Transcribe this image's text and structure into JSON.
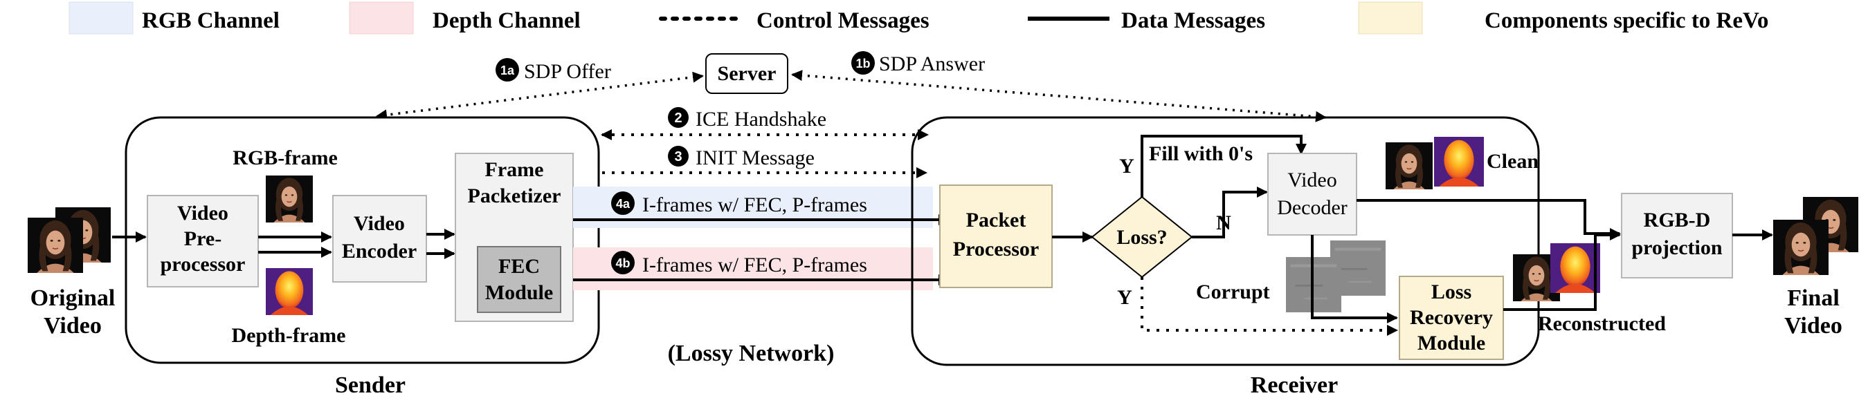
{
  "legend": {
    "rgb_channel": "RGB Channel",
    "depth_channel": "Depth Channel",
    "control_messages": "Control Messages",
    "data_messages": "Data Messages",
    "revo_components": "Components specific to ReVo"
  },
  "colors": {
    "rgb": "#e9f0fb",
    "depth": "#fbe3e6",
    "revo": "#fdf3d6",
    "module_gray": "#f2f2f2",
    "fec_gray": "#bdbdbd"
  },
  "server": {
    "label": "Server",
    "step_1a": "1a",
    "sdp_offer": "SDP Offer",
    "step_1b": "1b",
    "sdp_answer": "SDP Answer"
  },
  "network": {
    "step_2": "2",
    "ice": "ICE Handshake",
    "step_3": "3",
    "init": "INIT Message",
    "step_4a": "4a",
    "rgb_stream": "I-frames w/ FEC, P-frames",
    "step_4b": "4b",
    "depth_stream": "I-frames w/ FEC, P-frames",
    "lossy": "(Lossy Network)"
  },
  "sender": {
    "title": "Sender",
    "input_l1": "Original",
    "input_l2": "Video",
    "preproc_l1": "Video",
    "preproc_l2": "Pre-",
    "preproc_l3": "processor",
    "rgb_frame": "RGB-frame",
    "depth_frame": "Depth-frame",
    "encoder_l1": "Video",
    "encoder_l2": "Encoder",
    "packetizer_l1": "Frame",
    "packetizer_l2": "Packetizer",
    "fec_l1": "FEC",
    "fec_l2": "Module"
  },
  "receiver": {
    "title": "Receiver",
    "packet_l1": "Packet",
    "packet_l2": "Processor",
    "loss": "Loss?",
    "yes_top": "Y",
    "no": "N",
    "yes_bottom": "Y",
    "fill_zeros": "Fill with 0's",
    "decoder_l1": "Video",
    "decoder_l2": "Decoder",
    "clean": "Clean",
    "corrupt": "Corrupt",
    "recovery_l1": "Loss",
    "recovery_l2": "Recovery",
    "recovery_l3": "Module",
    "reconstructed": "Reconstructed",
    "projection_l1": "RGB-D",
    "projection_l2": "projection"
  },
  "output": {
    "l1": "Final",
    "l2": "Video"
  }
}
